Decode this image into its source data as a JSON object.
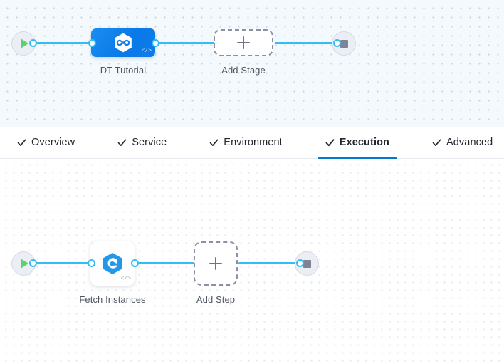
{
  "colors": {
    "connector": "#32bdf4",
    "stage_node": "#0d7ae9",
    "active_tab_underline": "#0278d5",
    "stage_canvas_bg": "#f3f9fc",
    "step_canvas_bg": "#ffffff",
    "play_green": "#5fd06a",
    "stop_gray": "#7f8494",
    "dashed_border": "#8b90a4"
  },
  "stage_graph": {
    "start_node": {
      "icon": "play-icon"
    },
    "end_node": {
      "icon": "stop-icon"
    },
    "nodes": [
      {
        "label": "DT Tutorial",
        "icon": "harness-hexagon-icon",
        "code_badge": "</>"
      }
    ],
    "add_stage": {
      "label": "Add Stage",
      "icon": "plus-icon"
    }
  },
  "tabs": [
    {
      "label": "Overview",
      "icon": "check-icon",
      "active": false
    },
    {
      "label": "Service",
      "icon": "check-icon",
      "active": false
    },
    {
      "label": "Environment",
      "icon": "check-icon",
      "active": false
    },
    {
      "label": "Execution",
      "icon": "check-icon",
      "active": true
    },
    {
      "label": "Advanced",
      "icon": "check-icon",
      "active": false
    }
  ],
  "step_graph": {
    "start_node": {
      "icon": "play-icon"
    },
    "end_node": {
      "icon": "stop-icon"
    },
    "nodes": [
      {
        "label": "Fetch Instances",
        "icon": "elastigroup-hexagon-icon",
        "code_badge": "</>"
      }
    ],
    "add_step": {
      "label": "Add Step",
      "icon": "plus-icon"
    }
  }
}
